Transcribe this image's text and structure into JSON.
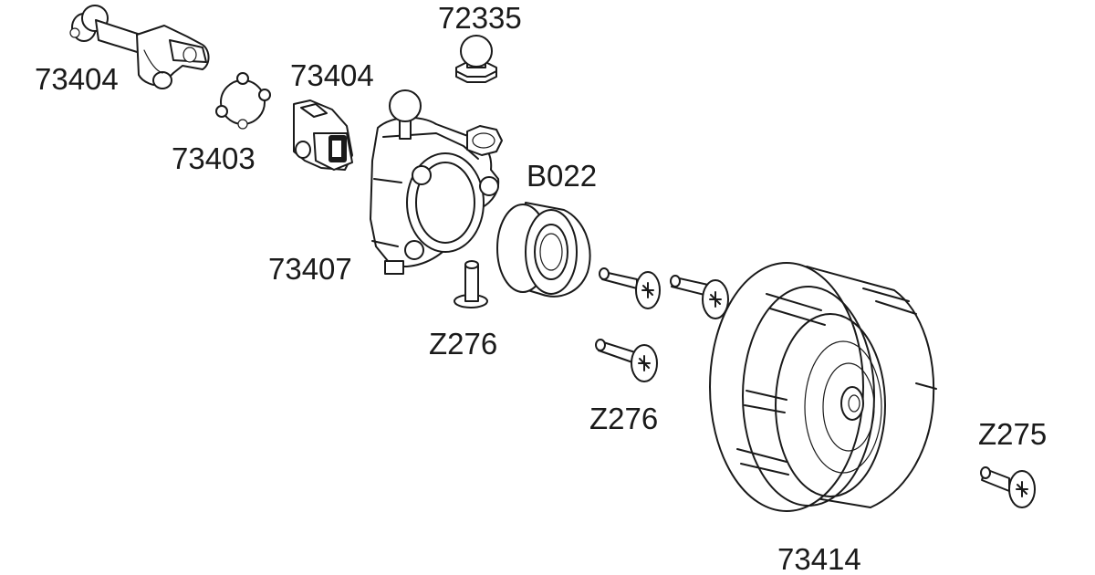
{
  "labels": {
    "driveshaft": "73404",
    "ball_stud": "72335",
    "yoke": "73404",
    "cross_pin": "73403",
    "bearing": "B022",
    "hub_carrier": "73407",
    "pin_screw": "Z276",
    "axle_screws": "Z276",
    "wheel_screw": "Z275",
    "wheel": "73414"
  }
}
